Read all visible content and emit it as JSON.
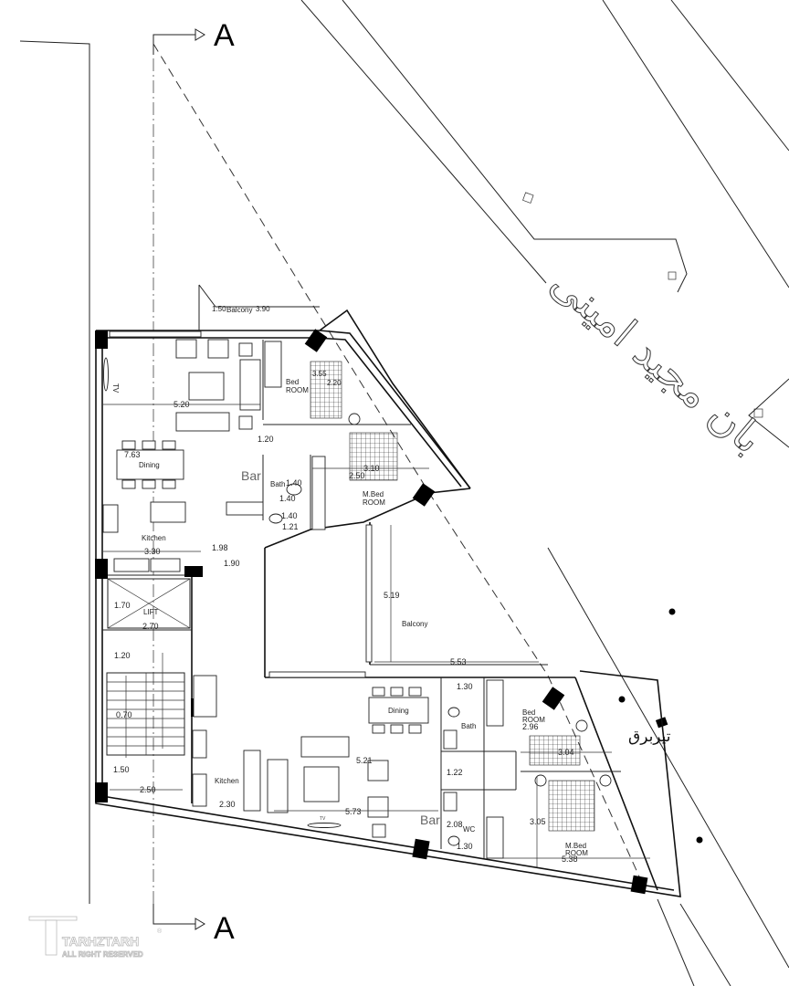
{
  "section_markers": {
    "top": "A",
    "bottom": "A"
  },
  "street_name": "بان مجید امینی",
  "utility_pole_label": "تیربرق",
  "watermark": {
    "brand": "TARHZTARH",
    "tagline": "ALL RIGHT RESERVED",
    "registered": "®"
  },
  "upper_unit": {
    "balcony_label": "Balcony",
    "balcony_dims": [
      "1.50",
      "3.90"
    ],
    "tv_label": "TV",
    "living_width": "5.20",
    "dining_label": "Dining",
    "length_dim": "7.63",
    "bar_label": "Bar",
    "hall_dim": "1.20",
    "bed_room": {
      "line1": "Bed",
      "line2": "ROOM",
      "dims": [
        "3.55",
        "2.20"
      ]
    },
    "master_bed_room": {
      "line1": "M.Bed",
      "line2": "ROOM",
      "dims": [
        "3.10",
        "2.50"
      ]
    },
    "bath_label": "Bath",
    "bath_dims": [
      "1.40",
      "1.40",
      "1.40",
      "1.21"
    ],
    "kitchen_label": "Kitchen",
    "kitchen_dims": [
      "3.30",
      "1.98",
      "1.90"
    ]
  },
  "core": {
    "lift_label": "LIFT",
    "lift_dims": [
      "1.70",
      "2.70"
    ],
    "stair_dims": [
      "1.20",
      "0.70",
      "1.50",
      "2.50"
    ]
  },
  "central_balcony": {
    "label": "Balcony",
    "dims": [
      "5.19",
      "5.53"
    ]
  },
  "lower_unit": {
    "dining_label": "Dining",
    "kitchen_label": "Kitchen",
    "kitchen_dim": "2.30",
    "living_dims": [
      "5.21",
      "5.73"
    ],
    "tv_label": "TV",
    "bar_label": "Bar",
    "bath_label": "Bath",
    "bath_dims": [
      "1.30",
      "1.22"
    ],
    "wc_label": "WC",
    "wc_dims": [
      "2.08",
      "1.30"
    ],
    "bed_room": {
      "line1": "Bed",
      "line2": "ROOM",
      "dims": [
        "2.96",
        "3.04"
      ]
    },
    "master_bed_room": {
      "line1": "M.Bed",
      "line2": "ROOM",
      "dims": [
        "3.05",
        "5.38"
      ]
    }
  }
}
